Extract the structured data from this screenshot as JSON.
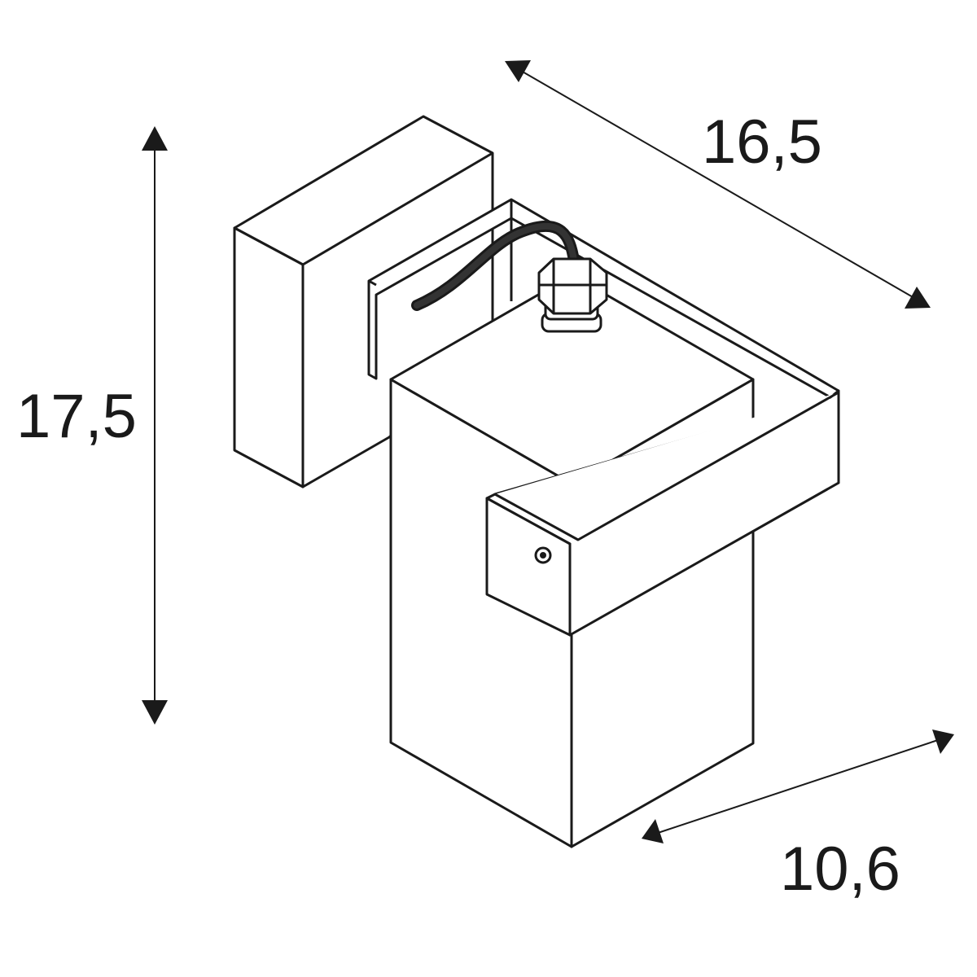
{
  "dimensions": {
    "height": "17,5",
    "depth": "16,5",
    "width": "10,6"
  },
  "colors": {
    "line": "#1a1a1a",
    "background": "#ffffff"
  }
}
